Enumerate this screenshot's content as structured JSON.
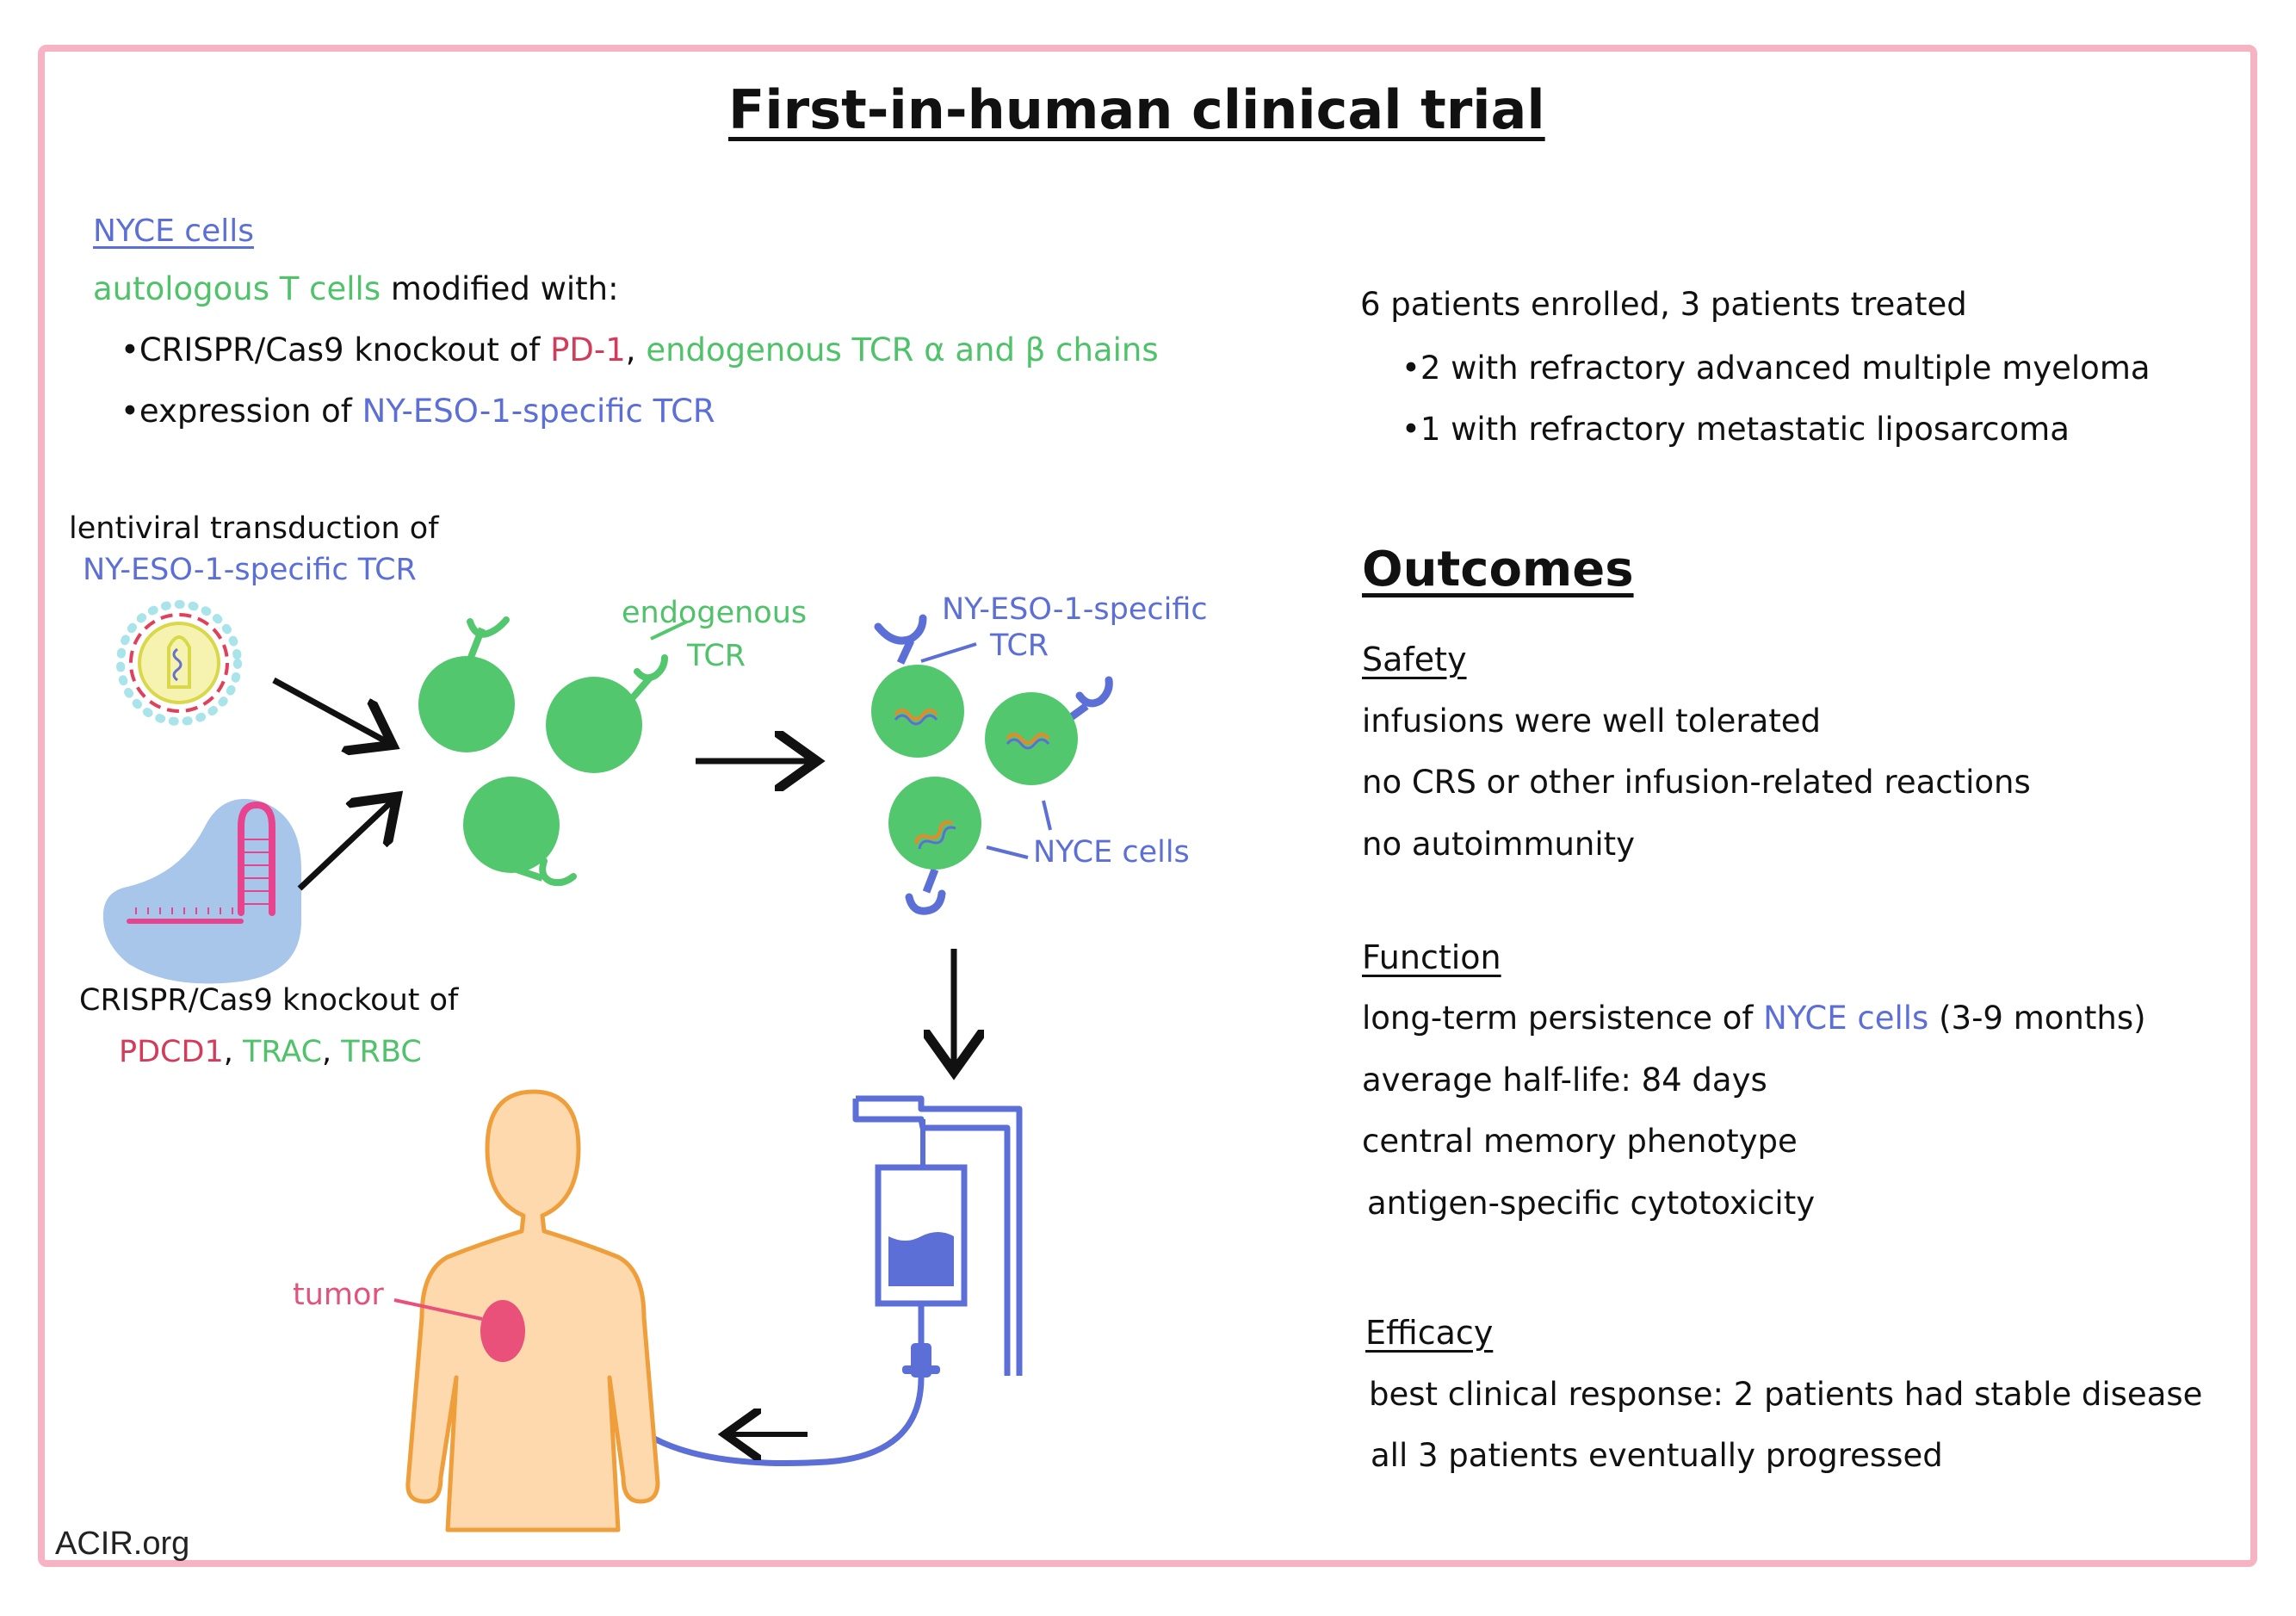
{
  "title": "First-in-human clinical trial",
  "intro": {
    "heading": "NYCE cells",
    "line1_a": "autologous T cells",
    "line1_b": " modified with:",
    "bullet1_a": "•CRISPR/Cas9 knockout of ",
    "bullet1_b": "PD-1",
    "bullet1_c": ", ",
    "bullet1_d": "endogenous TCR α and β chains",
    "bullet2_a": "•expression of ",
    "bullet2_b": "NY-ESO-1-specific TCR"
  },
  "diagram": {
    "lenti_line1": "lentiviral transduction of",
    "lenti_line2": "NY-ESO-1-specific TCR",
    "crispr_line1": "CRISPR/Cas9 knockout of",
    "crispr_pdcd1": "PDCD1",
    "crispr_sep1": ", ",
    "crispr_trac": "TRAC",
    "crispr_sep2": ", ",
    "crispr_trbc": "TRBC",
    "endo_line1": "endogenous",
    "endo_line2": "TCR",
    "nyeso_line1": "NY-ESO-1-specific",
    "nyeso_line2": "TCR",
    "nyce_label": "NYCE cells",
    "tumor_label": "tumor"
  },
  "enrollment": {
    "summary": "6 patients enrolled, 3 patients treated",
    "bullets": [
      "•2 with refractory advanced multiple myeloma",
      "•1 with refractory metastatic liposarcoma"
    ]
  },
  "outcomes": {
    "heading": "Outcomes",
    "safety": {
      "heading": "Safety",
      "items": [
        "infusions were well tolerated",
        "no CRS or other infusion-related reactions",
        "no autoimmunity"
      ]
    },
    "function": {
      "heading": "Function",
      "item1_a": "long-term persistence of ",
      "item1_b": "NYCE cells",
      "item1_c": " (3-9 months)",
      "items": [
        "average half-life: 84 days",
        "central memory phenotype",
        "antigen-specific cytotoxicity"
      ]
    },
    "efficacy": {
      "heading": "Efficacy",
      "items": [
        "best clinical response: 2 patients had stable disease",
        "all 3 patients eventually progressed"
      ]
    }
  },
  "credit": "ACIR.org",
  "colors": {
    "frame": "#f5b3c4",
    "green_cell": "#52c76d",
    "blue_receptor": "#5b6fd6",
    "red_text": "#d23c5a",
    "tumor": "#e9507a",
    "body_fill": "#fdd9ad",
    "body_stroke": "#ef9e3c",
    "cas9_fill": "#a8c6ea",
    "guide_rna": "#e8438f"
  }
}
